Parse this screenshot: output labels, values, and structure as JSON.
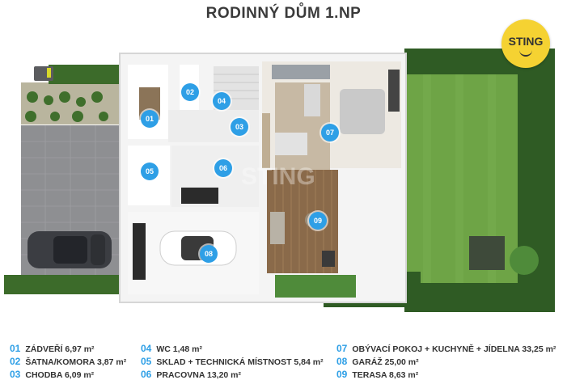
{
  "title": "RODINNÝ DŮM 1.NP",
  "logo": {
    "text": "STING"
  },
  "watermark": "STING",
  "rooms": [
    {
      "num": "01",
      "name": "ZÁDVEŘÍ 6,97 m²"
    },
    {
      "num": "02",
      "name": "ŠATNA/KOMORA 3,87 m²"
    },
    {
      "num": "03",
      "name": "CHODBA 6,09 m²"
    },
    {
      "num": "04",
      "name": "WC 1,48 m²"
    },
    {
      "num": "05",
      "name": "SKLAD + TECHNICKÁ MÍSTNOST 5,84 m²"
    },
    {
      "num": "06",
      "name": "PRACOVNA 13,20 m²"
    },
    {
      "num": "07",
      "name": "OBÝVACÍ POKOJ + KUCHYNĚ + JÍDELNA 33,25 m²"
    },
    {
      "num": "08",
      "name": "GARÁŽ 25,00 m²"
    },
    {
      "num": "09",
      "name": "TERASA 8,63 m²"
    }
  ],
  "colors": {
    "marker": "#2e9fe6",
    "lawn": "#6ea446",
    "hedge": "#2f5b24",
    "logo": "#f5d232"
  }
}
